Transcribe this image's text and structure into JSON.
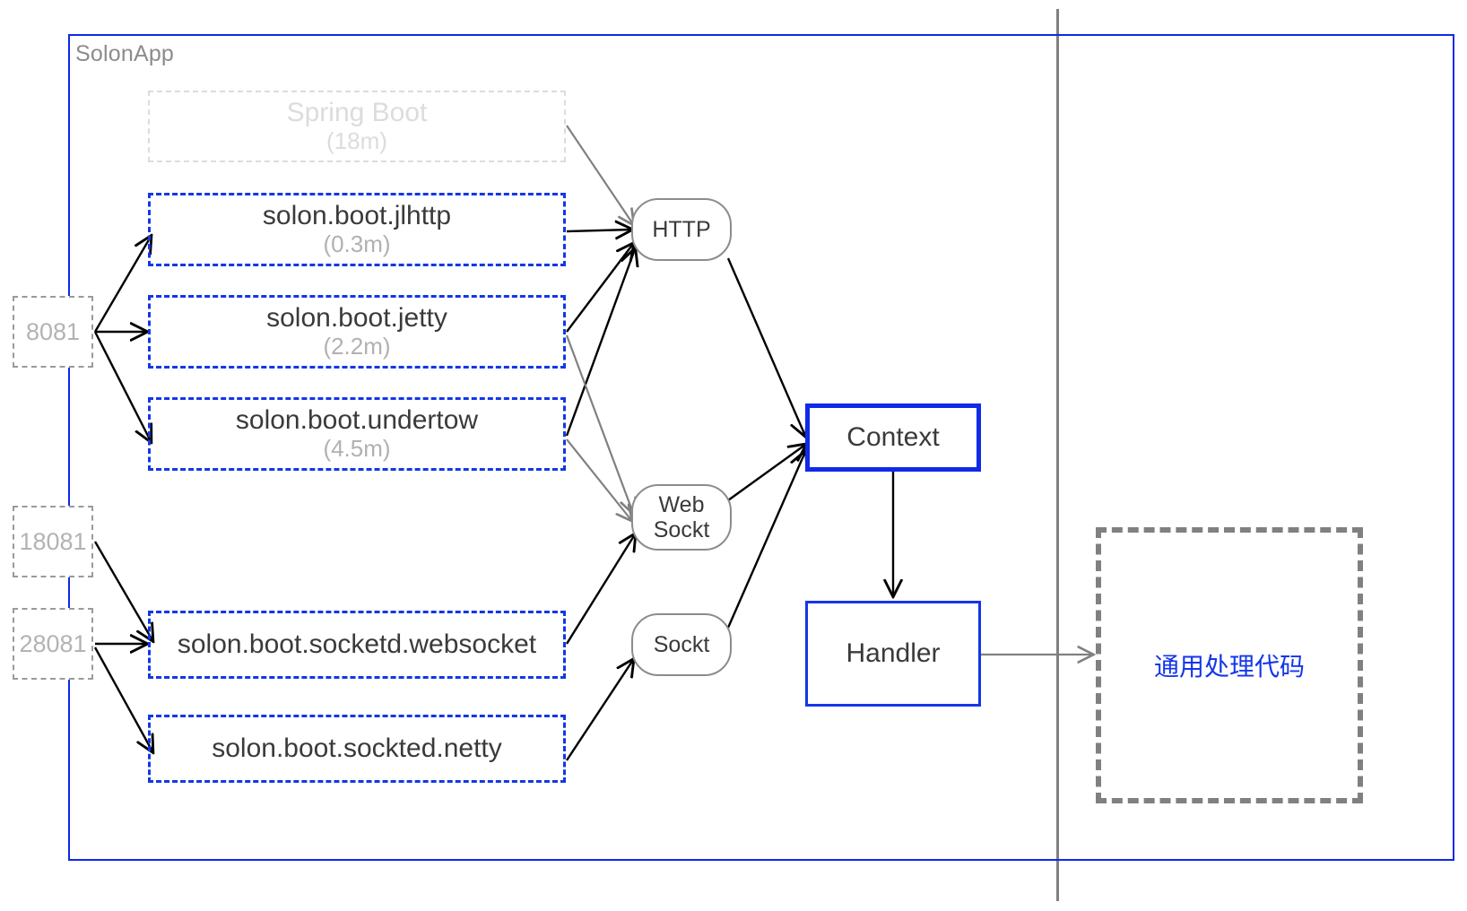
{
  "diagram": {
    "title": "SolonApp architecture flow",
    "colors": {
      "blue_solid": "#0f2ae8",
      "blue_dashed": "#1436e8",
      "gray_dashed": "#808080",
      "faded_gray": "#dcdcdc",
      "text_dark": "#3a3a3a",
      "text_gray": "#b3b3b3",
      "accent_cn_text": "#1436e8"
    }
  },
  "container": {
    "label": "SolonApp"
  },
  "ports": [
    {
      "label": "8081"
    },
    {
      "label": "18081"
    },
    {
      "label": "28081"
    }
  ],
  "modules": [
    {
      "title": "Spring Boot",
      "size": "(18m)",
      "state": "faded"
    },
    {
      "title": "solon.boot.jlhttp",
      "size": "(0.3m)",
      "state": "active"
    },
    {
      "title": "solon.boot.jetty",
      "size": "(2.2m)",
      "state": "active"
    },
    {
      "title": "solon.boot.undertow",
      "size": "(4.5m)",
      "state": "active"
    },
    {
      "title": "solon.boot.socketd.websocket",
      "size": "",
      "state": "active"
    },
    {
      "title": "solon.boot.sockted.netty",
      "size": "",
      "state": "active"
    }
  ],
  "protocols": [
    {
      "line1": "HTTP",
      "line2": ""
    },
    {
      "line1": "Web",
      "line2": "Sockt"
    },
    {
      "line1": "Sockt",
      "line2": ""
    }
  ],
  "pipeline": {
    "context_label": "Context",
    "handler_label": "Handler"
  },
  "region": {
    "label": "通用处理代码"
  }
}
